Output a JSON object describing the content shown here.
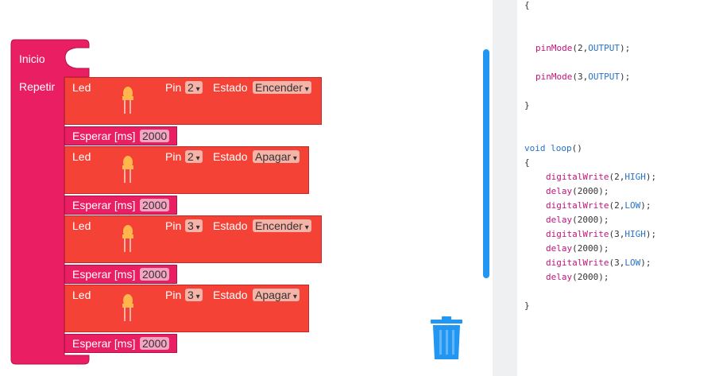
{
  "program": {
    "start_label": "Inicio",
    "repeat_label": "Repetir",
    "blocks": [
      {
        "led_label": "Led",
        "pin_label": "Pin",
        "pin_value": "2",
        "state_label": "Estado",
        "state_value": "Encender",
        "wait_label": "Esperar [ms]",
        "wait_value": "2000"
      },
      {
        "led_label": "Led",
        "pin_label": "Pin",
        "pin_value": "2",
        "state_label": "Estado",
        "state_value": "Apagar",
        "wait_label": "Esperar [ms]",
        "wait_value": "2000"
      },
      {
        "led_label": "Led",
        "pin_label": "Pin",
        "pin_value": "3",
        "state_label": "Estado",
        "state_value": "Encender",
        "wait_label": "Esperar [ms]",
        "wait_value": "2000"
      },
      {
        "led_label": "Led",
        "pin_label": "Pin",
        "pin_value": "3",
        "state_label": "Estado",
        "state_value": "Apagar",
        "wait_label": "Esperar [ms]",
        "wait_value": "2000"
      }
    ]
  },
  "trash": {
    "icon": "trash-icon"
  },
  "code": {
    "l1": "{",
    "l2a": "pinMode",
    "l2b": "(2,",
    "l2c": "OUTPUT",
    "l2d": ");",
    "l3a": "pinMode",
    "l3b": "(3,",
    "l3c": "OUTPUT",
    "l3d": ");",
    "l4": "}",
    "l5a": "void",
    "l5b": "loop",
    "l5c": "()",
    "l6": "{",
    "l7a": "digitalWrite",
    "l7b": "(2,",
    "l7c": "HIGH",
    "l7d": ");",
    "l8a": "delay",
    "l8b": "(2000);",
    "l9a": "digitalWrite",
    "l9b": "(2,",
    "l9c": "LOW",
    "l9d": ");",
    "l10a": "delay",
    "l10b": "(2000);",
    "l11a": "digitalWrite",
    "l11b": "(3,",
    "l11c": "HIGH",
    "l11d": ");",
    "l12a": "delay",
    "l12b": "(2000);",
    "l13a": "digitalWrite",
    "l13b": "(3,",
    "l13c": "LOW",
    "l13d": ");",
    "l14a": "delay",
    "l14b": "(2000);",
    "l15": "}"
  },
  "colors": {
    "led_block": "#f44336",
    "wait_block": "#e91e63",
    "start_block": "#e91e63",
    "scrollbar": "#2196f3",
    "trash": "#2196f3"
  }
}
